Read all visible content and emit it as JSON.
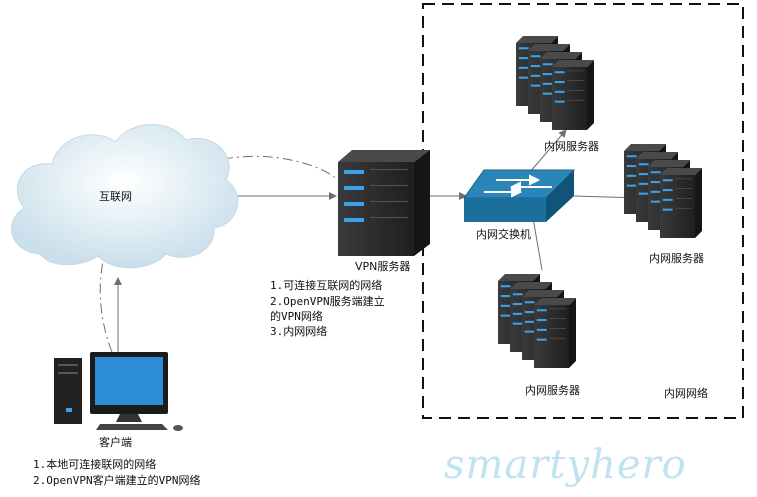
{
  "labels": {
    "internet": "互联网",
    "vpn_server": "VPN服务器",
    "switch": "内网交换机",
    "lan_server_top": "内网服务器",
    "lan_server_right": "内网服务器",
    "lan_server_bottom": "内网服务器",
    "lan_zone": "内网网络",
    "client": "客户端"
  },
  "vpn_notes": [
    "1.可连接互联网的网络",
    "2.OpenVPN服务端建立",
    "的VPN网络",
    "3.内网网络"
  ],
  "client_notes": [
    "1.本地可连接联网的网络",
    "2.OpenVPN客户端建立的VPN网络"
  ],
  "watermark": "smartyhero",
  "colors": {
    "line": "#6f6f6f",
    "switch": "#1a6f9c",
    "server_body": "#2b2b2b",
    "server_led": "#3aa0e8",
    "cloud": "#d6e8f2",
    "watermark": "#bfe3ef"
  },
  "icons": [
    "cloud-icon",
    "server-icon",
    "switch-icon",
    "desktop-pc-icon"
  ]
}
